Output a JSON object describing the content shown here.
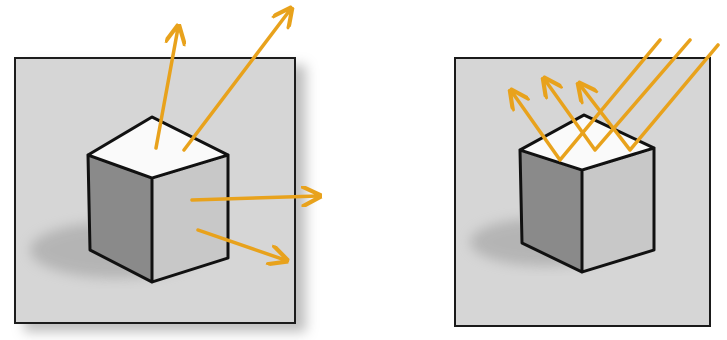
{
  "colors": {
    "panel_fill": "#d6d6d6",
    "panel_border": "#1a1a1a",
    "cube_top": "#fafafa",
    "cube_left": "#8a8a8a",
    "cube_right": "#c8c8c8",
    "outline": "#111111",
    "arrow": "#e8a21c",
    "shadow": "#9a9a9a"
  },
  "panels": [
    {
      "id": "panel-left",
      "arrow_count": 4,
      "depicts": "reflected-arrows-left"
    },
    {
      "id": "panel-right",
      "arrow_count": 3,
      "depicts": "reflected-arrows-right"
    }
  ]
}
